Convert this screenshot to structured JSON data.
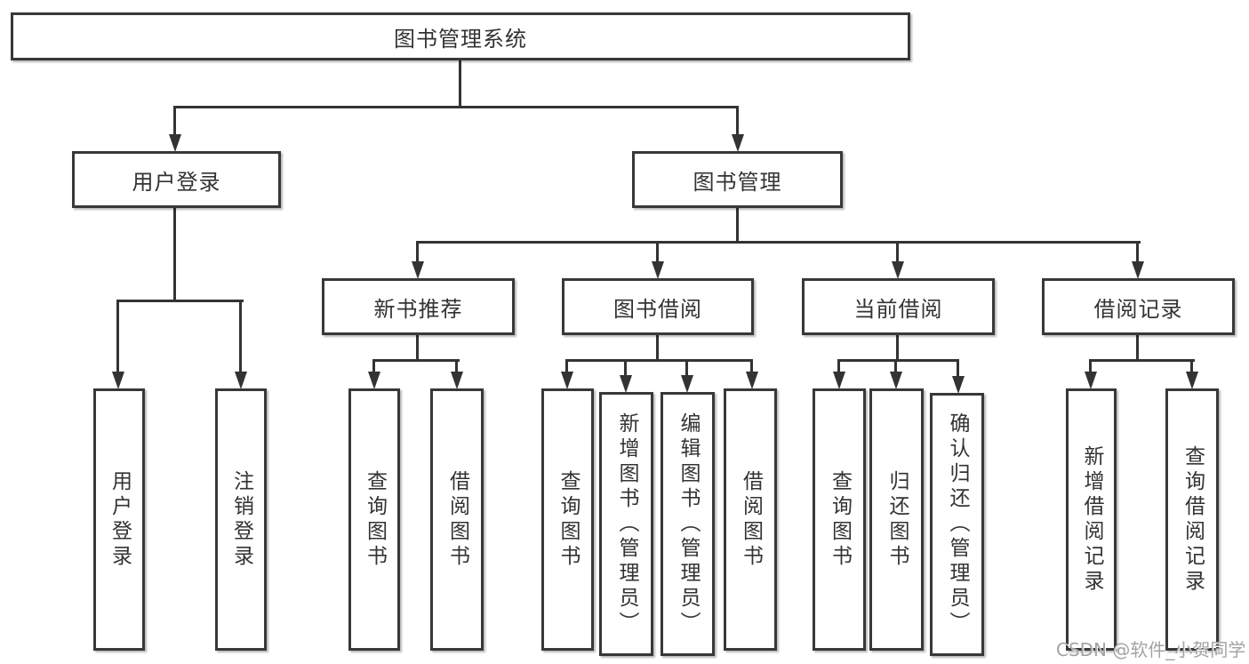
{
  "tree": {
    "root": "图书管理系统",
    "branches": [
      {
        "label": "用户登录",
        "children": [
          "用户登录",
          "注销登录"
        ]
      },
      {
        "label": "图书管理",
        "children": [
          {
            "label": "新书推荐",
            "children": [
              "查询图书",
              "借阅图书"
            ]
          },
          {
            "label": "图书借阅",
            "children": [
              "查询图书",
              "新增图书（管理员）",
              "编辑图书（管理员）",
              "借阅图书"
            ]
          },
          {
            "label": "当前借阅",
            "children": [
              "查询图书",
              "归还图书",
              "确认归还（管理员）"
            ]
          },
          {
            "label": "借阅记录",
            "children": [
              "新增借阅记录",
              "查询借阅记录"
            ]
          }
        ]
      }
    ]
  },
  "watermark": {
    "text": "CSDN @软件_小贺同学"
  },
  "colors": {
    "line": "#333333",
    "border": "#383838",
    "text": "#333333",
    "watermark": "#a3a3a3",
    "background": "#ffffff"
  }
}
